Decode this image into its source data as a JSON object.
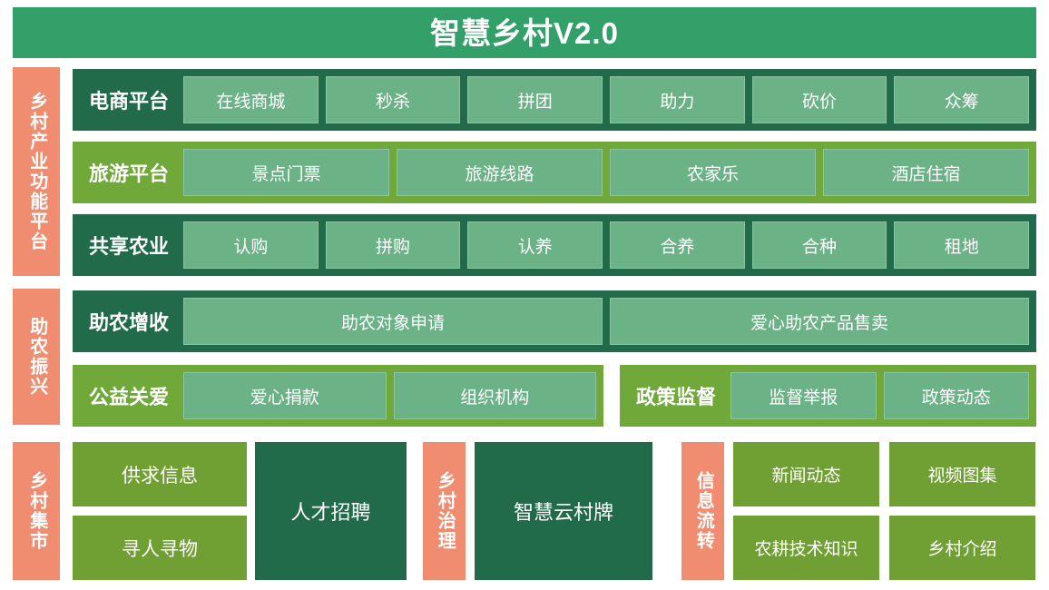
{
  "header": {
    "title": "智慧乡村V2.0"
  },
  "sections": {
    "industry": {
      "side_label": "乡村产业功能平台",
      "rows": [
        {
          "name": "电商平台",
          "items": [
            "在线商城",
            "秒杀",
            "拼团",
            "助力",
            "砍价",
            "众筹"
          ]
        },
        {
          "name": "旅游平台",
          "items": [
            "景点门票",
            "旅游线路",
            "农家乐",
            "酒店住宿"
          ]
        },
        {
          "name": "共享农业",
          "items": [
            "认购",
            "拼购",
            "认养",
            "合养",
            "合种",
            "租地"
          ]
        }
      ]
    },
    "revitalization": {
      "side_label": "助农振兴",
      "rows": [
        {
          "name": "助农增收",
          "items": [
            "助农对象申请",
            "爱心助农产品售卖"
          ]
        },
        {
          "name": "公益关爱",
          "items": [
            "爱心捐款",
            "组织机构"
          ]
        },
        {
          "name": "政策监督",
          "items": [
            "监督举报",
            "政策动态"
          ]
        }
      ]
    },
    "market": {
      "side_label": "乡村集市",
      "stacked": [
        "供求信息",
        "寻人寻物"
      ],
      "feature": "人才招聘"
    },
    "governance": {
      "side_label": "乡村治理",
      "feature": "智慧云村牌"
    },
    "information": {
      "side_label": "信息流转",
      "grid": [
        "新闻动态",
        "视频图集",
        "农耕技术知识",
        "乡村介绍"
      ]
    }
  },
  "colors": {
    "title_bar": "#33a069",
    "dark_green": "#226b4a",
    "olive_green": "#70a83a",
    "tile_green": "#6bb287",
    "bottom_green": "#70a033",
    "side_label": "#f08d70",
    "text": "#ffffff"
  }
}
